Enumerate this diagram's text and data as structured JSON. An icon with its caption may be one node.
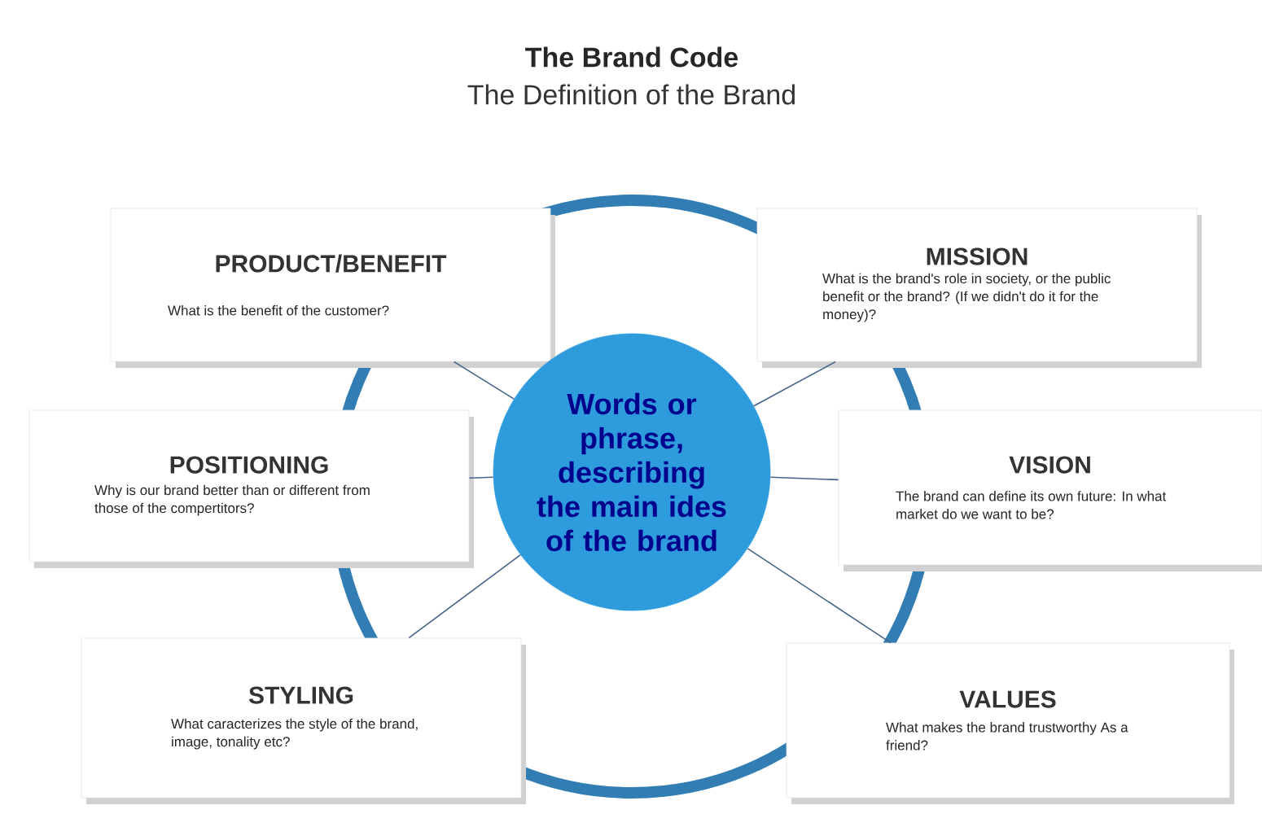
{
  "diagram": {
    "title": "The Brand Code",
    "nodes": [
      {
        "text": [
          "PRODUCT/BENEFIT",
          "What is the benefit of the customer?"
        ]
      },
      {
        "text": [
          "MISSION",
          "What is the brand's role in society, or the public benefit or the brand? (If we didn't do it for the money)?"
        ]
      },
      {
        "text": [
          "POSITIONING",
          "Why is our brand better than or different from those of the compertitors?"
        ]
      },
      {
        "text": [
          "Words or phrase, describing the main ides of the brand"
        ]
      },
      {
        "text": [
          "VISION",
          "The brand can define its own future: In what market do we want to be?"
        ]
      },
      {
        "text": [
          "STYLING",
          "What caracterizes the style of the brand, image, tonality etc?"
        ]
      },
      {
        "text": [
          "VALUES",
          "What makes the brand trustworthy As a friend?"
        ]
      }
    ],
    "edges": [
      {
        "from": 3,
        "to": 0,
        "arrow": "none"
      },
      {
        "from": 3,
        "to": 1,
        "arrow": "none"
      },
      {
        "from": 3,
        "to": 2,
        "arrow": "none"
      },
      {
        "from": 3,
        "to": 4,
        "arrow": "none"
      },
      {
        "from": 3,
        "to": 5,
        "arrow": "none"
      },
      {
        "from": 3,
        "to": 6,
        "arrow": "none"
      }
    ],
    "labels": [
      "The Definition of the Brand"
    ]
  }
}
